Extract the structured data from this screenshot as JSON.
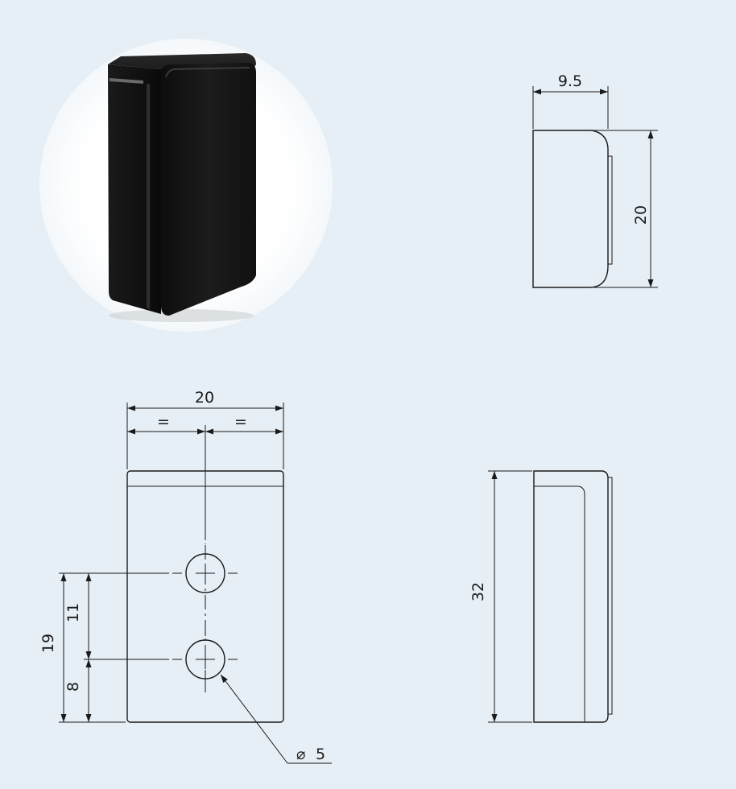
{
  "colors": {
    "background": "#e6eff5",
    "product_circle": "#ffffff",
    "product_body": "#141414",
    "line": "#1a1a1a"
  },
  "product_photo": {
    "icon": "black-rectangular-cap-photo"
  },
  "side_view": {
    "width_label": "9.5",
    "height_label": "20"
  },
  "front_view": {
    "width_label": "20",
    "equal_left_label": "=",
    "equal_right_label": "=",
    "dim_19_label": "19",
    "dim_11_label": "11",
    "dim_8_label": "8",
    "hole_diameter_symbol": "⌀",
    "hole_diameter_value": "5"
  },
  "profile_view": {
    "height_label": "32"
  }
}
